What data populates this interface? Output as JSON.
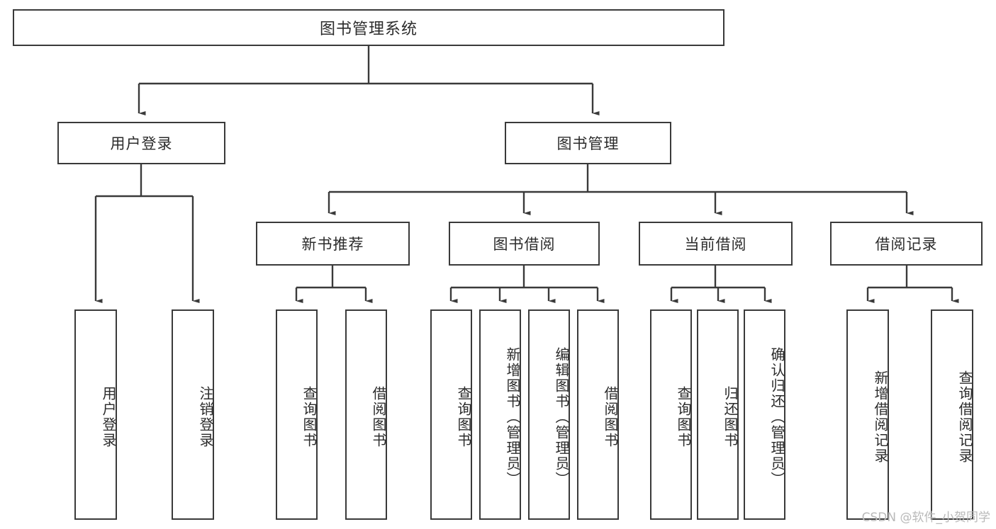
{
  "diagram": {
    "title": "图书管理系统",
    "type": "tree",
    "colors": {
      "stroke": "#3a3a3a",
      "fill": "#ffffff",
      "text": "#2b2b2b",
      "watermark": "#b9b9b9"
    },
    "watermark": "CSDN @软件_小贺同学",
    "nodes": {
      "root": {
        "label": "图书管理系统"
      },
      "level1": [
        {
          "label": "用户登录"
        },
        {
          "label": "图书管理"
        }
      ],
      "level2": [
        {
          "label": "新书推荐"
        },
        {
          "label": "图书借阅"
        },
        {
          "label": "当前借阅"
        },
        {
          "label": "借阅记录"
        }
      ],
      "leaves": {
        "user_login": [
          {
            "label": "用户登录"
          },
          {
            "label": "注销登录"
          }
        ],
        "new_book_recommend": [
          {
            "label": "查询图书"
          },
          {
            "label": "借阅图书"
          }
        ],
        "book_borrow": [
          {
            "label": "查询图书"
          },
          {
            "label": "新增图书（管理员）"
          },
          {
            "label": "编辑图书（管理员）"
          },
          {
            "label": "借阅图书"
          }
        ],
        "current_borrow": [
          {
            "label": "查询图书"
          },
          {
            "label": "归还图书"
          },
          {
            "label": "确认归还（管理员）"
          }
        ],
        "borrow_record": [
          {
            "label": "新增借阅记录"
          },
          {
            "label": "查询借阅记录"
          }
        ]
      }
    }
  }
}
